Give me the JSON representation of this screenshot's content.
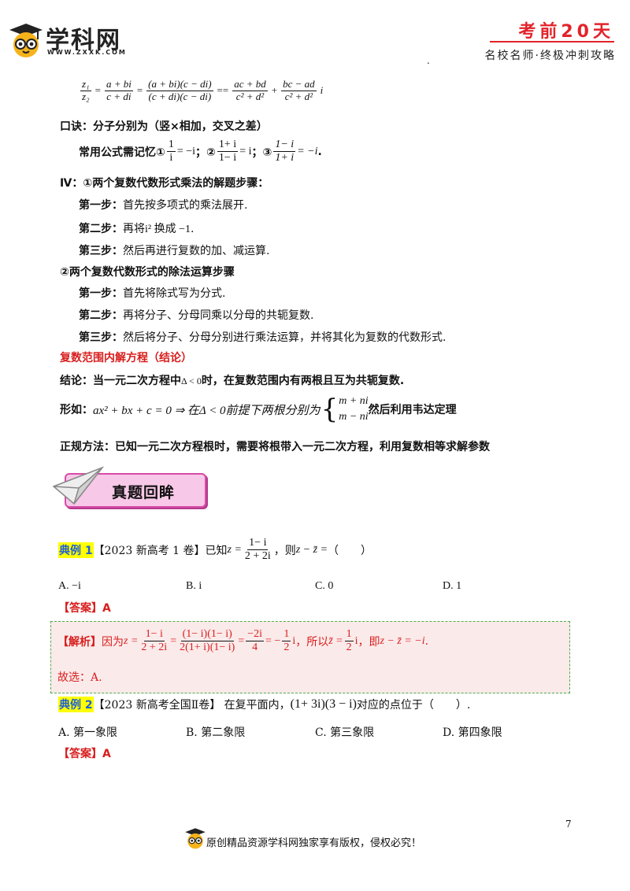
{
  "header": {
    "logo_text": "学科网",
    "logo_url_text": "WWW.ZXXK.COM",
    "right_title": "考前20天",
    "right_subtitle": "名校名师·终极冲刺攻略",
    "dot": "."
  },
  "formula_division": {
    "lhs_num": "z₁",
    "lhs_den": "z₂",
    "f1_num": "a + bi",
    "f1_den": "c + di",
    "f2_num": "(a + bi)(c − di)",
    "f2_den": "(c + di)(c − di)",
    "eq": "==",
    "f3_num": "ac + bd",
    "f3_den": "c² + d²",
    "plus": "+",
    "f4_num": "bc − ad",
    "f4_den": "c² + d²",
    "tail": "i"
  },
  "koujue": "口诀：分子分别为（竖×相加，交叉之差）",
  "common": {
    "prefix": "常用公式需记忆①",
    "c1_num": "1",
    "c1_den": "i",
    "c1_rhs": "= −i",
    "sep2": "；②",
    "c2_num": "1+ i",
    "c2_den": "1− i",
    "c2_rhs": "= i",
    "sep3": "；③",
    "c3_num": "1− i",
    "c3_den": "1+ i",
    "c3_rhs": "= −i",
    "end": "."
  },
  "mult_title": "Ⅳ：①两个复数代数形式乘法的解题步骤：",
  "mult_steps": [
    {
      "label": "第一步：",
      "text": "首先按多项式的乘法展开."
    },
    {
      "label": "第二步：",
      "text_a": "再将",
      "text_b": "i² 换成 −1",
      "text_c": "."
    },
    {
      "label": "第三步：",
      "text": "然后再进行复数的加、减运算."
    }
  ],
  "div_title": "②两个复数代数形式的除法运算步骤",
  "div_steps": [
    {
      "label": "第一步：",
      "text": "首先将除式写为分式."
    },
    {
      "label": "第二步：",
      "text": "再将分子、分母同乘以分母的共轭复数."
    },
    {
      "label": "第三步：",
      "text": "然后将分子、分母分别进行乘法运算，并将其化为复数的代数形式."
    }
  ],
  "quad_title": "复数范围内解方程（结论）",
  "conclusion": {
    "a": "结论：当一元二次方程中",
    "delta": "Δ < 0",
    "b": "时，在复数范围内有两根且互为共轭复数."
  },
  "form": {
    "label": "形如：",
    "eq": "ax² + bx + c = 0 ⇒ 在Δ < 0前提下两根分别为",
    "root1": "m + ni",
    "root2": "m − ni",
    "tail": "然后利用韦达定理"
  },
  "method": "正规方法：已知一元二次方程根时，需要将根带入一元二次方程，利用复数相等求解参数",
  "section_banner": "真题回眸",
  "ex1": {
    "tag": "典例 1",
    "source": "【2023 新高考 1 卷】已知",
    "z_lhs": "z =",
    "z_num": "1− i",
    "z_den": "2 + 2i",
    "ask": "，则",
    "ask_expr": "z − z̄ =",
    "paren": "（　　）",
    "options": [
      "A.  −i",
      "B.  i",
      "C. 0",
      "D. 1"
    ],
    "answer": "【答案】A",
    "analysis": {
      "label": "【解析】",
      "a": "因为",
      "z_lhs": "z =",
      "p1_num": "1− i",
      "p1_den": "2 + 2i",
      "p2_num": "(1− i)(1− i)",
      "p2_den": "2(1+ i)(1− i)",
      "p3_num": "−2i",
      "p3_den": "4",
      "eq4": "= −",
      "p4_num": "1",
      "p4_den": "2",
      "i1": "i",
      "so": "，所以",
      "zbar": "z̄ =",
      "p5_num": "1",
      "p5_den": "2",
      "i2": "i",
      "then": "，即",
      "res": "z − z̄ = −i",
      "end": ".",
      "choose": "故选：A."
    }
  },
  "ex2": {
    "tag": "典例 2",
    "source": "【2023 新高考全国Ⅱ卷】 在复平面内，",
    "expr": "(1+ 3i)(3 − i)",
    "ask": "对应的点位于（　　）.",
    "options": [
      "A. 第一象限",
      "B. 第二象限",
      "C. 第三象限",
      "D. 第四象限"
    ],
    "answer": "【答案】A"
  },
  "footer": {
    "page_num": "7",
    "copyright": "原创精品资源学科网独家享有版权，侵权必究！"
  },
  "colors": {
    "brand": "#e2232a",
    "answer_red": "#d81e1e",
    "tag_blue": "#1f5fd8",
    "tag_bg": "#ffff00",
    "analysis_bg": "#fbeaea",
    "analysis_border": "#4bb04b",
    "banner_bg": "#f7c8e7"
  }
}
